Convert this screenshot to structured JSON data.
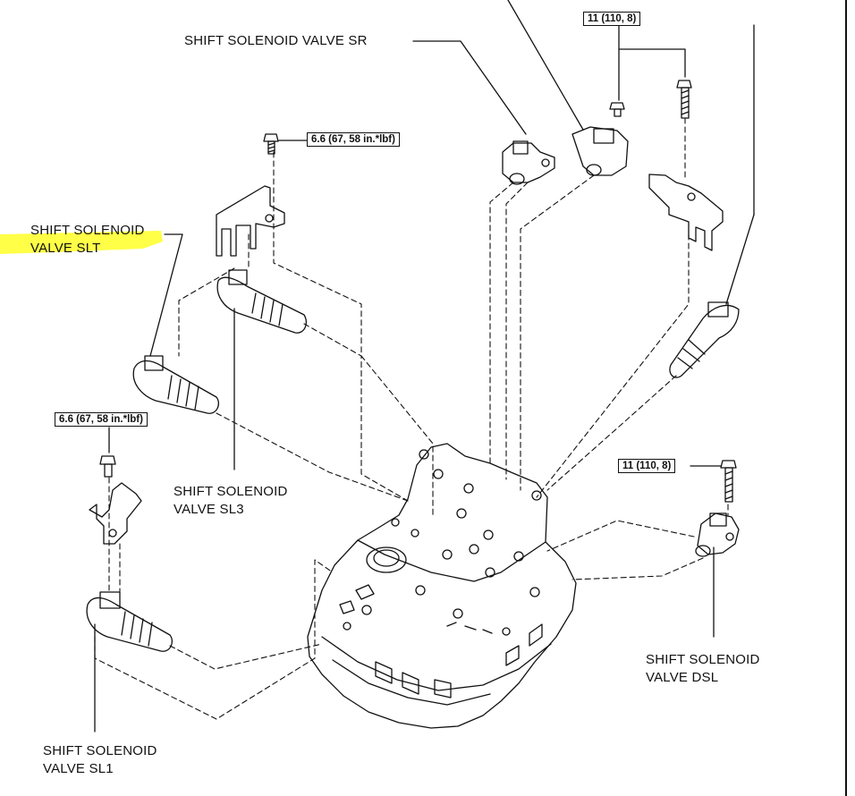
{
  "labels": {
    "sr": "SHIFT SOLENOID VALVE SR",
    "slt_line1": "SHIFT SOLENOID",
    "slt_line2": "VALVE SLT",
    "sl3_line1": "SHIFT SOLENOID",
    "sl3_line2": "VALVE SL3",
    "sl1_line1": "SHIFT SOLENOID",
    "sl1_line2": "VALVE SL1",
    "dsl_line1": "SHIFT SOLENOID",
    "dsl_line2": "VALVE DSL"
  },
  "torque": {
    "top_right": "11 (110, 8)",
    "bracket_upper": "6.6 (67, 58 in.*lbf)",
    "bracket_lower": "6.6 (67, 58 in.*lbf)",
    "dsl_bolt": "11 (110, 8)"
  },
  "colors": {
    "highlight": "#ffff33",
    "line": "#111111",
    "border": "#222222"
  }
}
